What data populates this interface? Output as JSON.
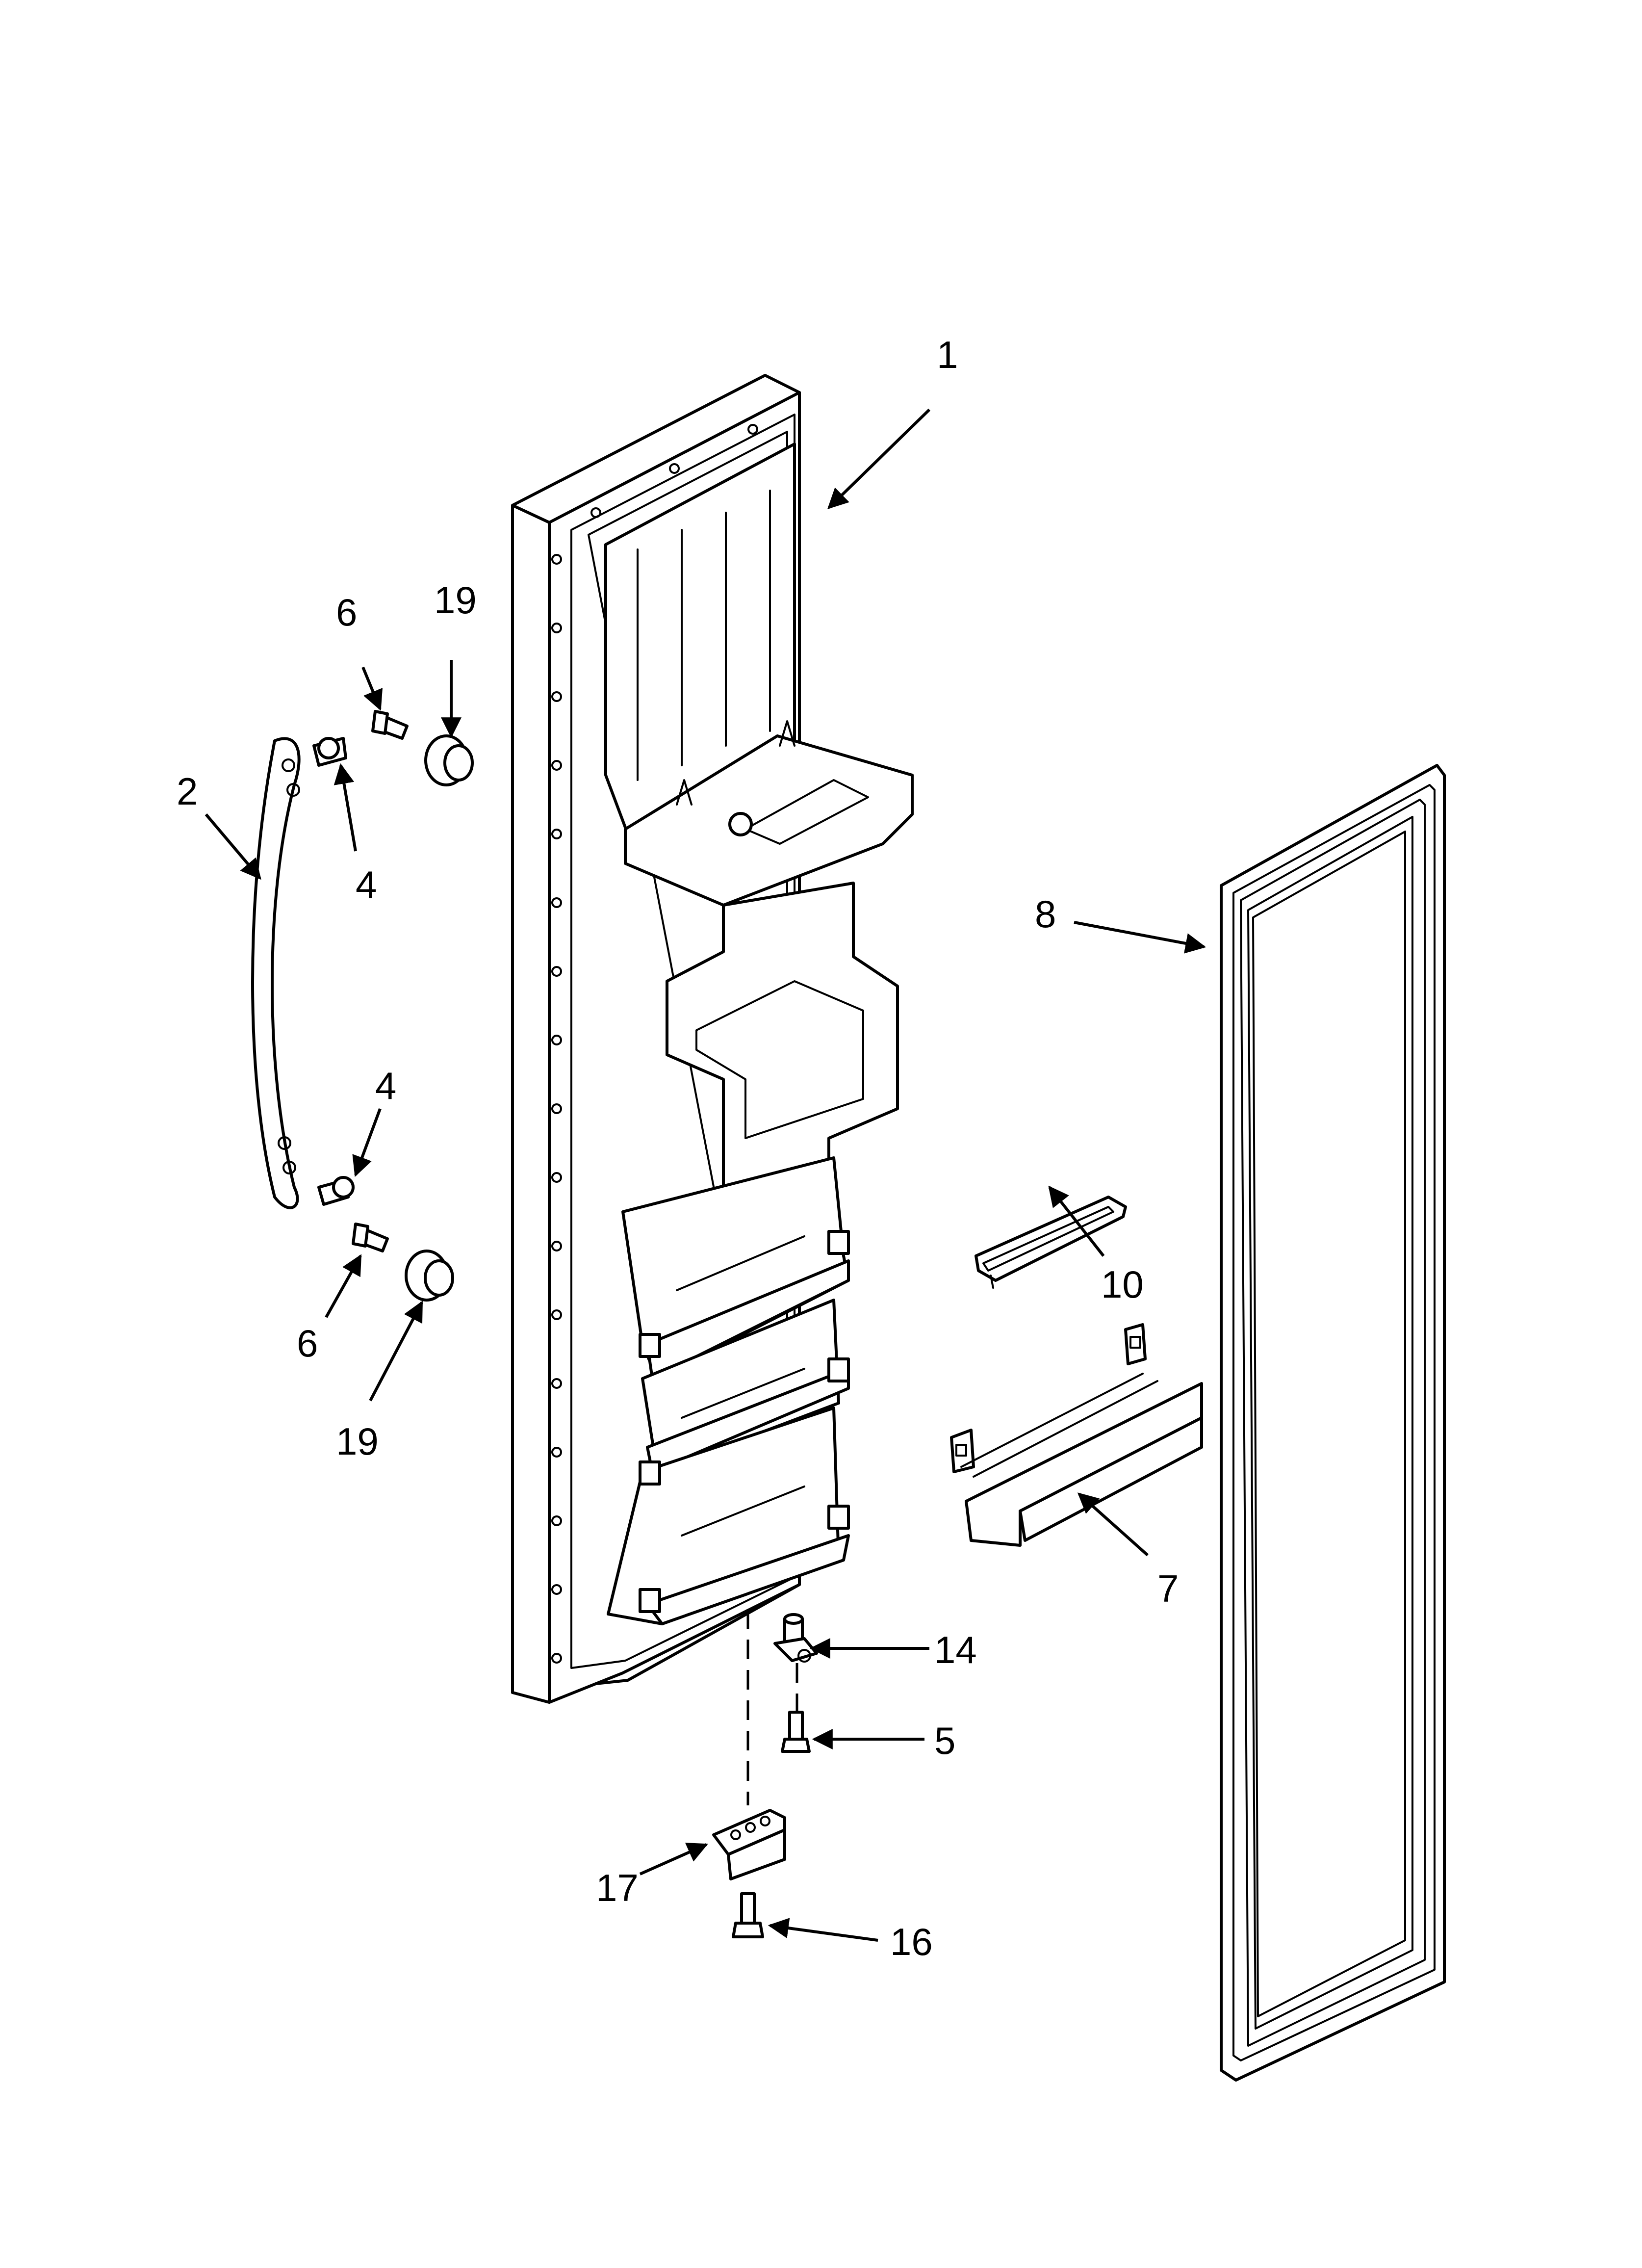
{
  "diagram": {
    "callouts": [
      {
        "id": "c1",
        "label": "1"
      },
      {
        "id": "c2",
        "label": "2"
      },
      {
        "id": "c4a",
        "label": "4"
      },
      {
        "id": "c4b",
        "label": "4"
      },
      {
        "id": "c5",
        "label": "5"
      },
      {
        "id": "c6a",
        "label": "6"
      },
      {
        "id": "c6b",
        "label": "6"
      },
      {
        "id": "c7",
        "label": "7"
      },
      {
        "id": "c8",
        "label": "8"
      },
      {
        "id": "c10",
        "label": "10"
      },
      {
        "id": "c14",
        "label": "14"
      },
      {
        "id": "c16",
        "label": "16"
      },
      {
        "id": "c17",
        "label": "17"
      },
      {
        "id": "c19a",
        "label": "19"
      },
      {
        "id": "c19b",
        "label": "19"
      }
    ]
  }
}
